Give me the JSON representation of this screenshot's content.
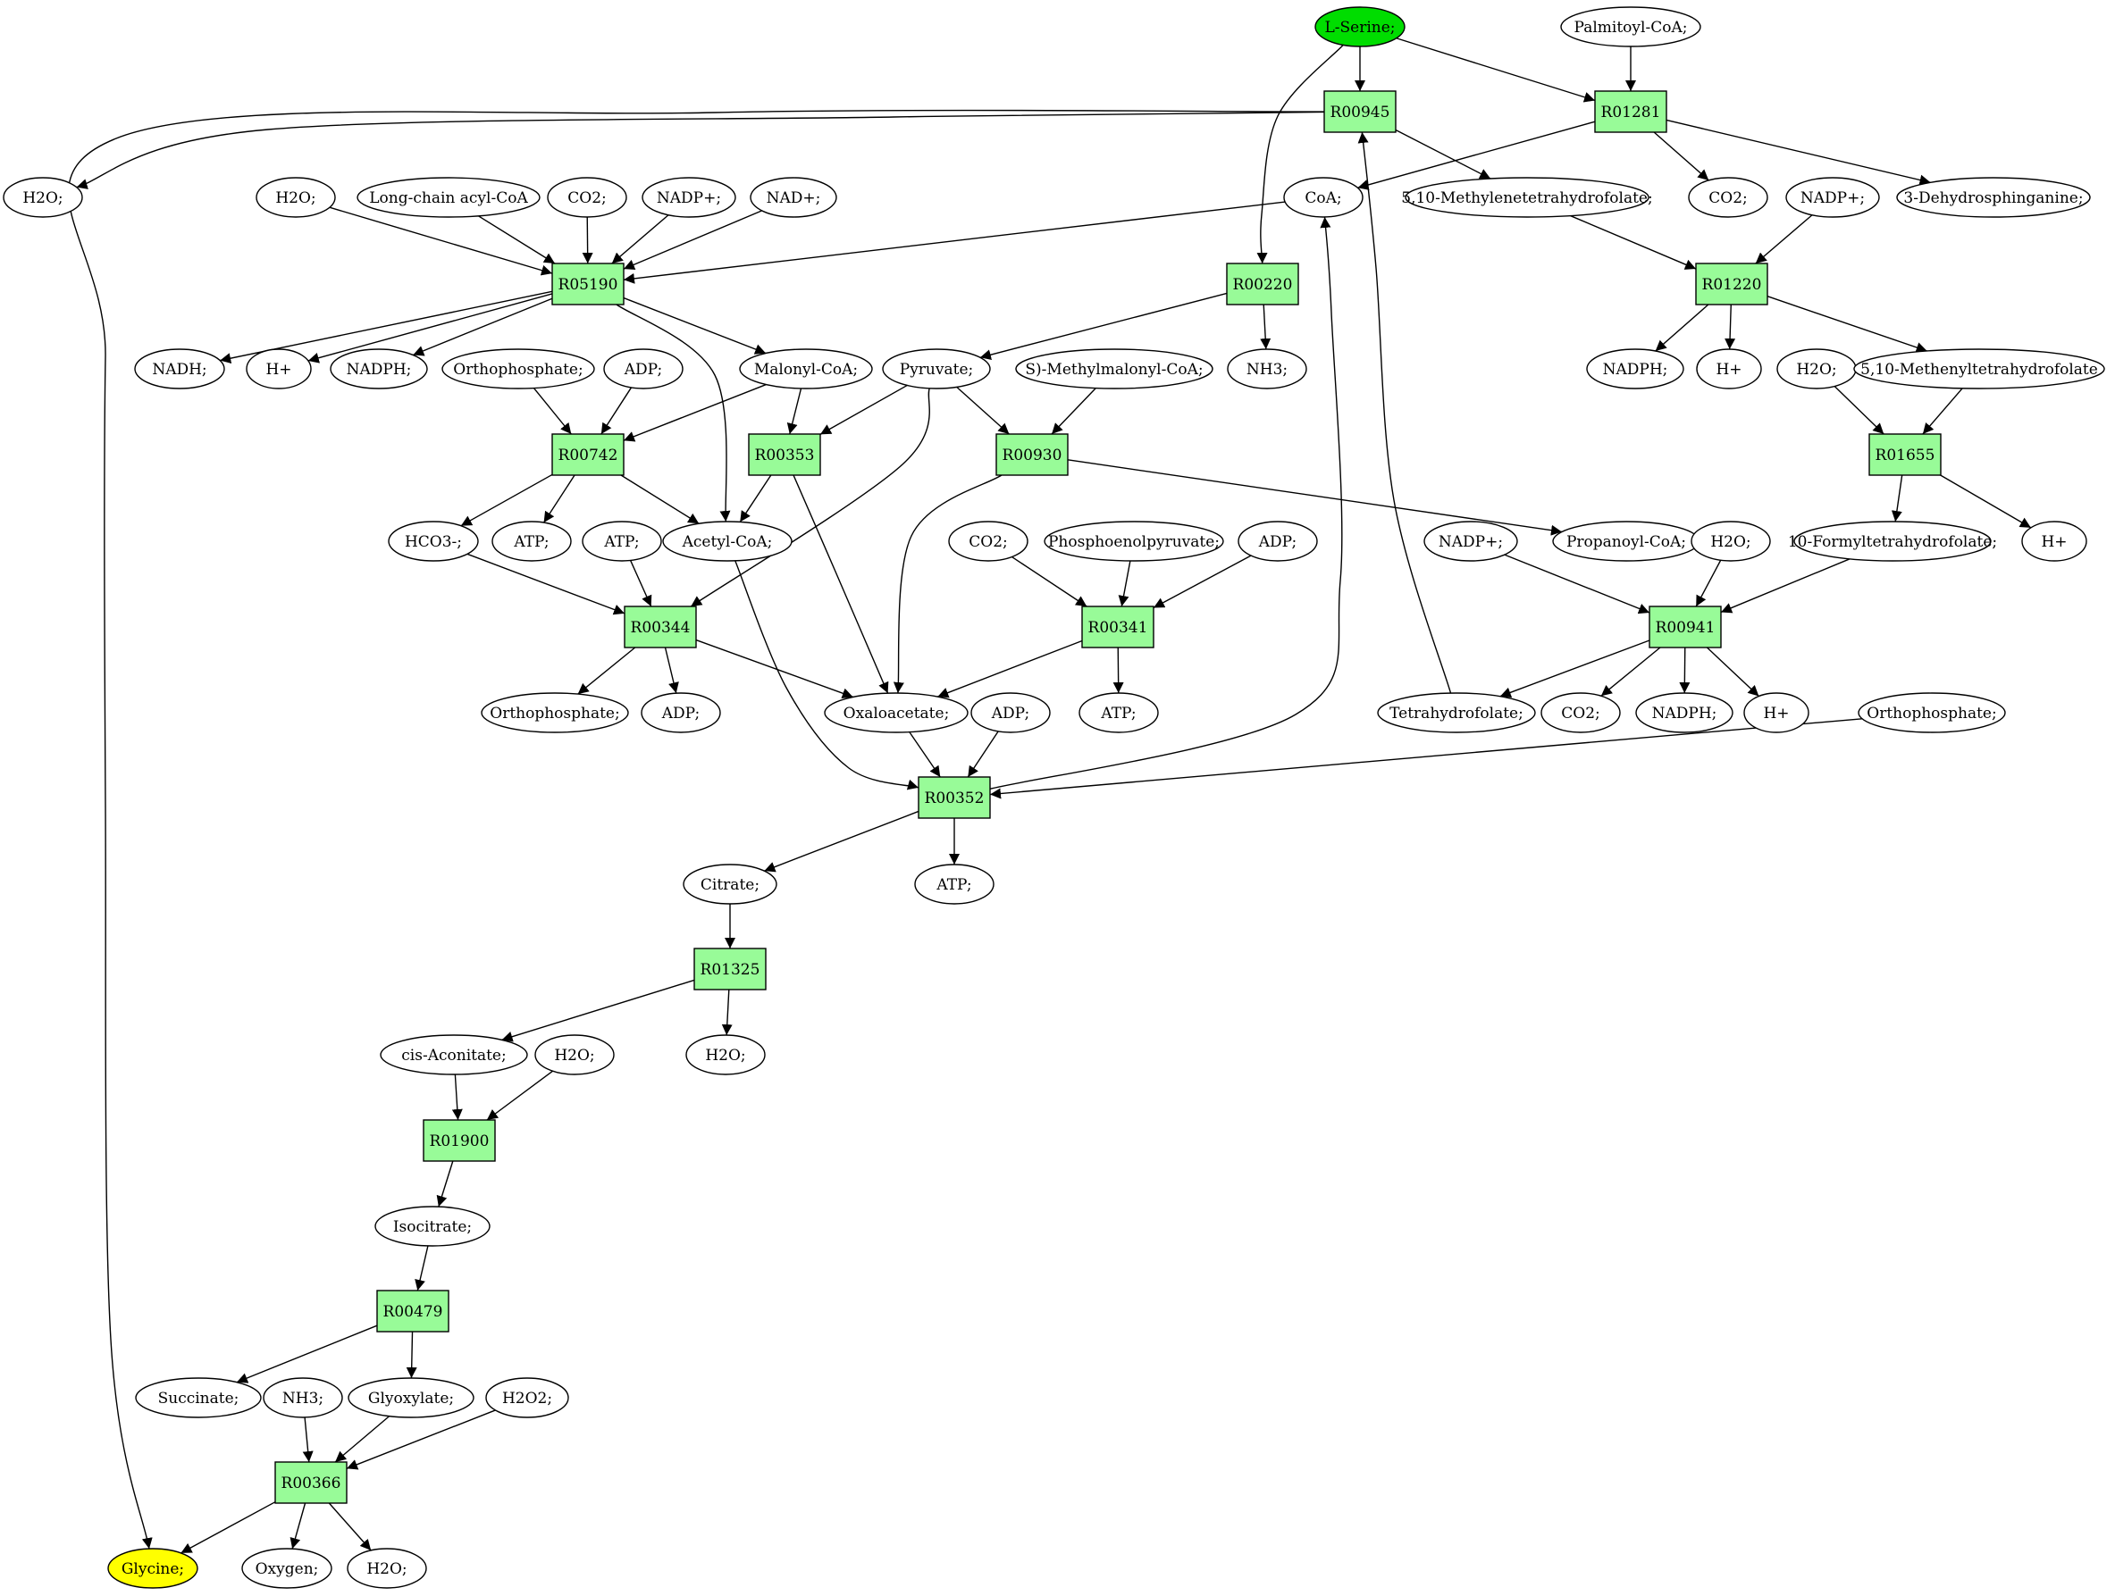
{
  "colors": {
    "reaction_fill": "#98fb98",
    "start_fill": "#00dd00",
    "end_fill": "#ffff00",
    "compound_fill": "#ffffff",
    "stroke": "#000000"
  },
  "nodes": {
    "serine": "L-Serine;",
    "palmitoylcoa": "Palmitoyl-CoA;",
    "r00945": "R00945",
    "r01281": "R01281",
    "h2o_a": "H2O;",
    "h2o_b": "H2O;",
    "lcacylcoa": "Long-chain acyl-CoA",
    "co2_a": "CO2;",
    "nadpp_a": "NADP+;",
    "nadp_plus": "NAD+;",
    "coa": "CoA;",
    "mthf": "5,10-Methylenetetrahydrofolate;",
    "co2_b": "CO2;",
    "nadpp_b": "NADP+;",
    "dehydro": "3-Dehydrosphinganine;",
    "r05190": "R05190",
    "r00220": "R00220",
    "r01220": "R01220",
    "nadh": "NADH;",
    "hplus_a": "H+",
    "nadph_a": "NADPH;",
    "orthop_a": "Orthophosphate;",
    "adp_a": "ADP;",
    "malonylcoa": "Malonyl-CoA;",
    "pyruvate": "Pyruvate;",
    "smethyl": "S)-Methylmalonyl-CoA;",
    "nh3_a": "NH3;",
    "nadph_b": "NADPH;",
    "hplus_b": "H+",
    "h2o_c": "H2O;",
    "methenyl": "5,10-Methenyltetrahydrofolate",
    "r00742": "R00742",
    "r00353": "R00353",
    "r00930": "R00930",
    "r01655": "R01655",
    "hco3": "HCO3-;",
    "atp_a": "ATP;",
    "atp_b": "ATP;",
    "acetylcoa": "Acetyl-CoA;",
    "co2_c": "CO2;",
    "pep": "Phosphoenolpyruvate;",
    "adp_b": "ADP;",
    "nadpp_c": "NADP+;",
    "propanoyl": "Propanoyl-CoA;",
    "h2o_d": "H2O;",
    "formyl": "10-Formyltetrahydrofolate;",
    "hplus_c": "H+",
    "r00344": "R00344",
    "r00341": "R00341",
    "r00941": "R00941",
    "orthop_b": "Orthophosphate;",
    "adp_c": "ADP;",
    "oxaloacetate": "Oxaloacetate;",
    "adp_d": "ADP;",
    "atp_c": "ATP;",
    "thf": "Tetrahydrofolate;",
    "co2_d": "CO2;",
    "nadph_c": "NADPH;",
    "hplus_d": "H+",
    "orthop_c": "Orthophosphate;",
    "r00352": "R00352",
    "citrate": "Citrate;",
    "atp_d": "ATP;",
    "r01325": "R01325",
    "cisaconitate": "cis-Aconitate;",
    "h2o_e": "H2O;",
    "h2o_f": "H2O;",
    "r01900": "R01900",
    "isocitrate": "Isocitrate;",
    "r00479": "R00479",
    "succinate": "Succinate;",
    "nh3_b": "NH3;",
    "glyoxylate": "Glyoxylate;",
    "h2o2": "H2O2;",
    "r00366": "R00366",
    "glycine": "Glycine;",
    "oxygen": "Oxygen;",
    "h2o_g": "H2O;"
  }
}
